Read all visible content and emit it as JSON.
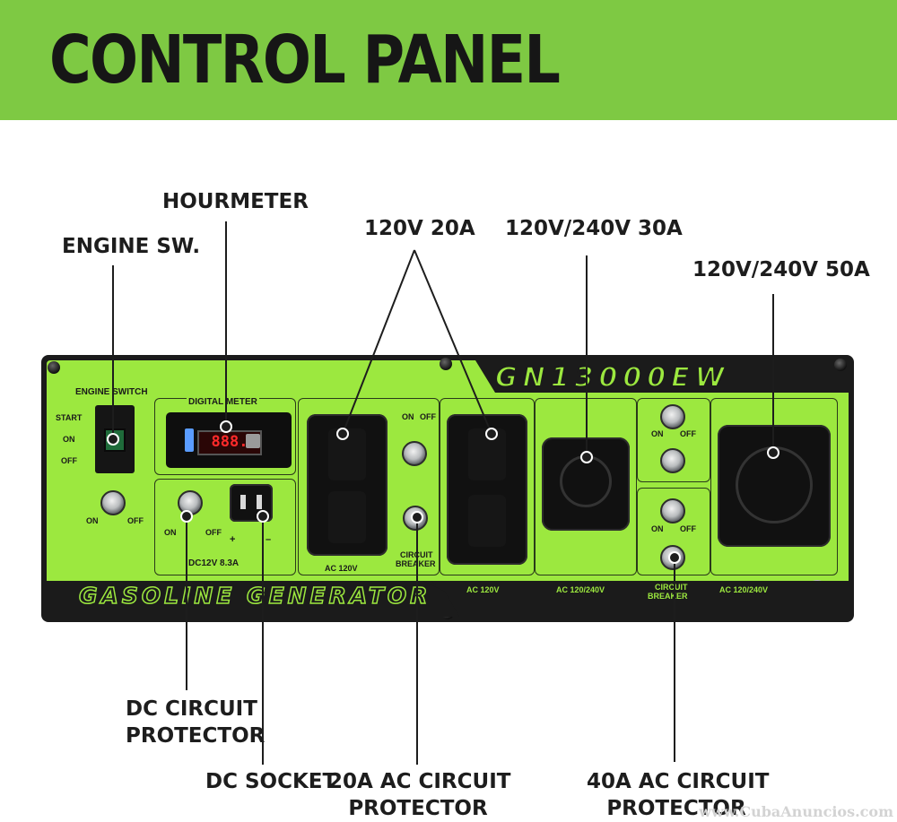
{
  "banner": {
    "title": "CONTROL PANEL",
    "color": "#7ec943"
  },
  "callouts": {
    "hourmeter": "HOURMETER",
    "engine_sw": "ENGINE SW.",
    "outlet_20a": "120V 20A",
    "outlet_30a": "120V/240V 30A",
    "outlet_50a": "120V/240V 50A",
    "dc_circuit_protector_1": "DC CIRCUIT",
    "dc_circuit_protector_2": "PROTECTOR",
    "dc_socket": "DC SOCKET",
    "ac20_protector_1": "20A AC CIRCUIT",
    "ac20_protector_2": "PROTECTOR",
    "ac40_protector_1": "40A AC CIRCUIT",
    "ac40_protector_2": "PROTECTOR"
  },
  "panel": {
    "model": "GN13000EW",
    "footer": "GASOLINE GENERATOR",
    "engine_switch_title": "ENGINE SWITCH",
    "engine_start": "START",
    "engine_on": "ON",
    "engine_off": "OFF",
    "digital_meter": "DIGITAL METER",
    "meter_reading": "888.",
    "on": "ON",
    "off": "OFF",
    "plus": "+",
    "minus": "–",
    "dc_rating": "DC12V 8.3A",
    "ac_120_left": "AC 120V",
    "ac_120_right": "AC 120V",
    "circuit_breaker_1": "CIRCUIT",
    "circuit_breaker_2": "BREAKER",
    "ac_120_240_a": "AC 120/240V",
    "ac_120_240_b": "AC 120/240V",
    "face_color": "#9ce83f"
  },
  "watermark": "www.CubaAnuncios.com"
}
